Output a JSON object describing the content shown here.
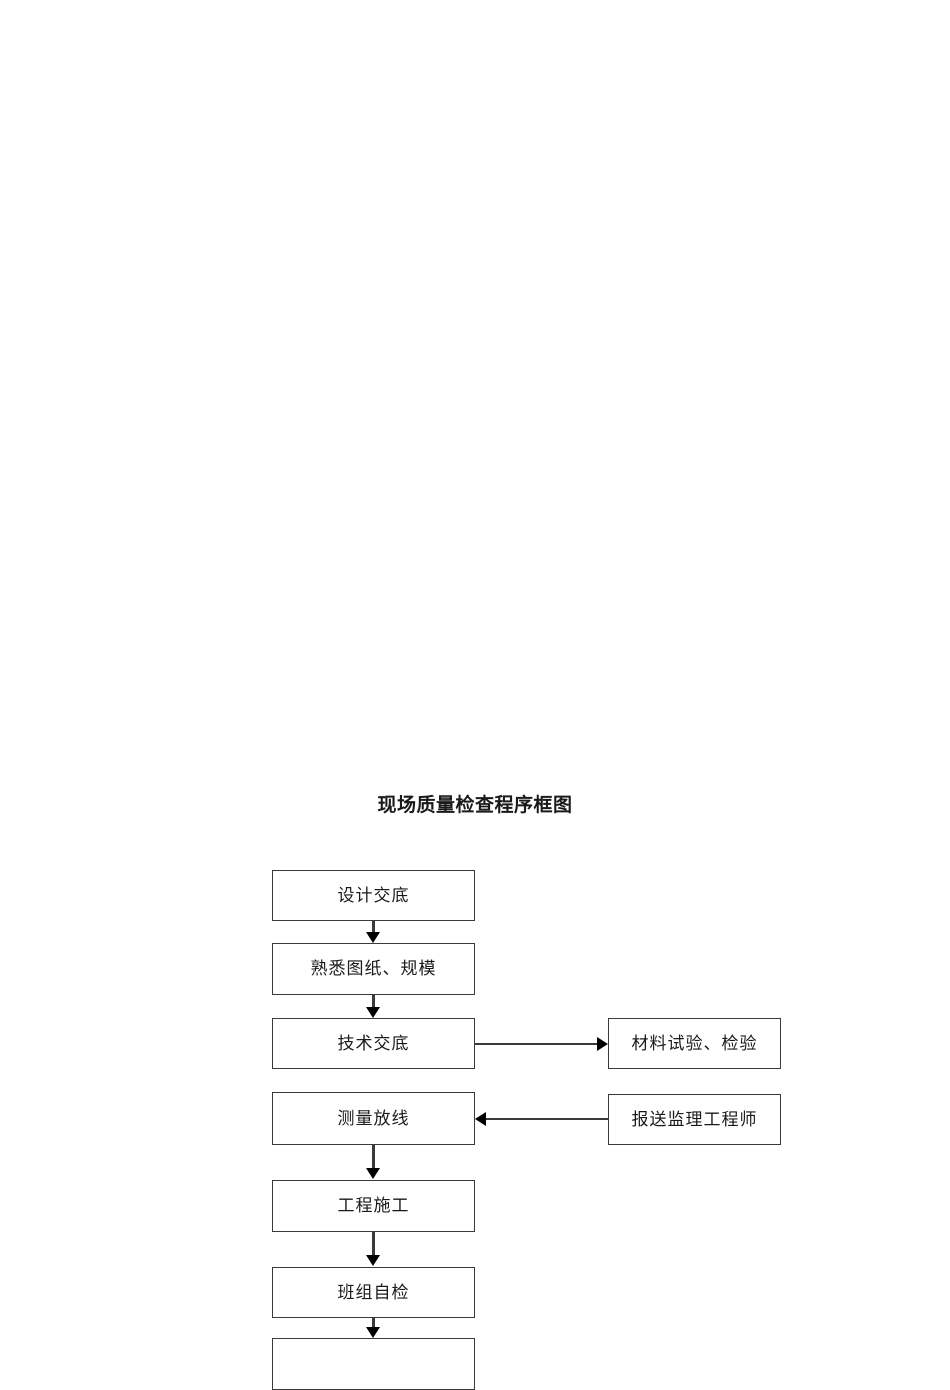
{
  "document": {
    "title": "现场质量检查程序框图",
    "background_color": "#ffffff",
    "text_color": "#1a1a1a",
    "line_color": "#3a3a3a"
  },
  "flowchart": {
    "main_steps": [
      {
        "id": "step-1",
        "label": "设计交底"
      },
      {
        "id": "step-2",
        "label": "熟悉图纸、规模"
      },
      {
        "id": "step-3",
        "label": "技术交底"
      },
      {
        "id": "step-4",
        "label": "测量放线"
      },
      {
        "id": "step-5",
        "label": "工程施工"
      },
      {
        "id": "step-6",
        "label": "班组自检"
      },
      {
        "id": "step-7",
        "label": ""
      }
    ],
    "side_steps": [
      {
        "id": "side-1",
        "label": "材料试验、检验"
      },
      {
        "id": "side-2",
        "label": "报送监理工程师"
      }
    ],
    "connectors": [
      {
        "from": "step-1",
        "to": "step-2",
        "direction": "down"
      },
      {
        "from": "step-2",
        "to": "step-3",
        "direction": "down"
      },
      {
        "from": "step-3",
        "to": "side-1",
        "direction": "right"
      },
      {
        "from": "side-2",
        "to": "step-4",
        "direction": "left"
      },
      {
        "from": "step-4",
        "to": "step-5",
        "direction": "down"
      },
      {
        "from": "step-5",
        "to": "step-6",
        "direction": "down"
      },
      {
        "from": "step-6",
        "to": "step-7",
        "direction": "down"
      }
    ]
  }
}
